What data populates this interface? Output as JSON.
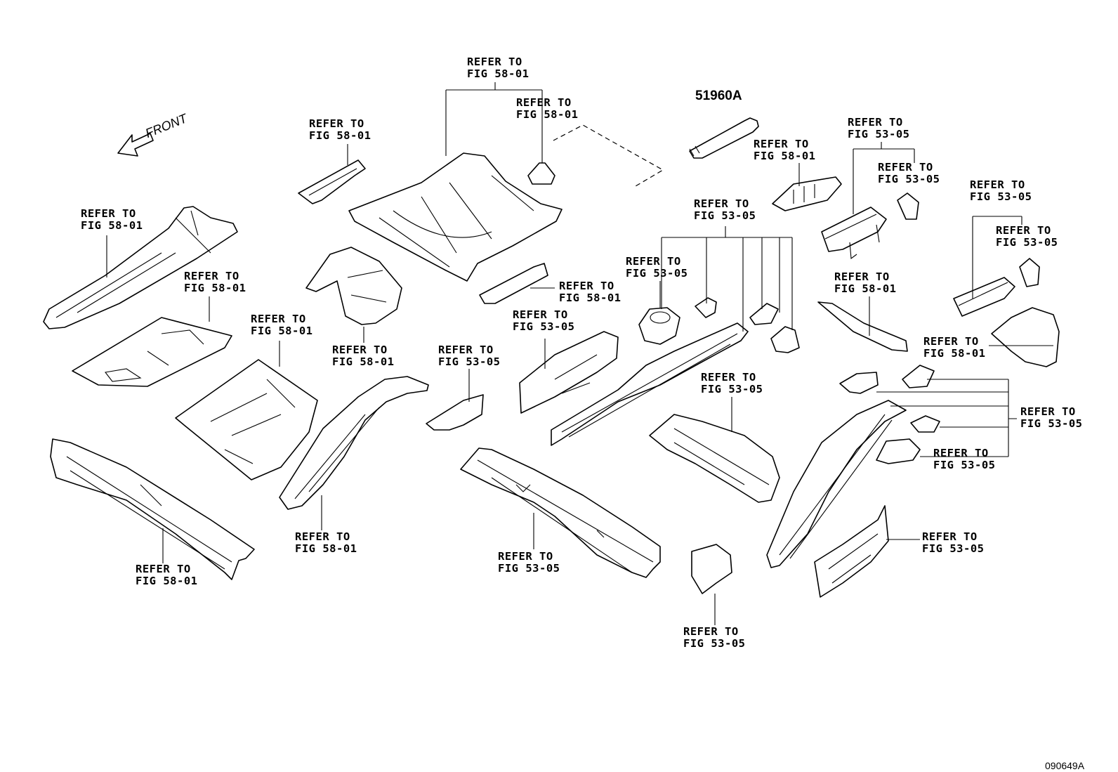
{
  "diagram": {
    "front_label": "FRONT",
    "part_number": "51960A",
    "image_code": "090649A",
    "callouts": [
      {
        "line1": "REFER TO",
        "line2": "FIG 58-01"
      },
      {
        "line1": "REFER TO",
        "line2": "FIG 58-01"
      },
      {
        "line1": "REFER TO",
        "line2": "FIG 58-01"
      },
      {
        "line1": "REFER TO",
        "line2": "FIG 58-01"
      },
      {
        "line1": "REFER TO",
        "line2": "FIG 58-01"
      },
      {
        "line1": "REFER TO",
        "line2": "FIG 58-01"
      },
      {
        "line1": "REFER TO",
        "line2": "FIG 58-01"
      },
      {
        "line1": "REFER TO",
        "line2": "FIG 58-01"
      },
      {
        "line1": "REFER TO",
        "line2": "FIG 58-01"
      },
      {
        "line1": "REFER TO",
        "line2": "FIG 58-01"
      },
      {
        "line1": "REFER TO",
        "line2": "FIG 58-01"
      },
      {
        "line1": "REFER TO",
        "line2": "FIG 58-01"
      },
      {
        "line1": "REFER TO",
        "line2": "FIG 58-01"
      },
      {
        "line1": "REFER TO",
        "line2": "FIG 53-05"
      },
      {
        "line1": "REFER TO",
        "line2": "FIG 53-05"
      },
      {
        "line1": "REFER TO",
        "line2": "FIG 53-05"
      },
      {
        "line1": "REFER TO",
        "line2": "FIG 53-05"
      },
      {
        "line1": "REFER TO",
        "line2": "FIG 53-05"
      },
      {
        "line1": "REFER TO",
        "line2": "FIG 53-05"
      },
      {
        "line1": "REFER TO",
        "line2": "FIG 53-05"
      },
      {
        "line1": "REFER TO",
        "line2": "FIG 53-05"
      },
      {
        "line1": "REFER TO",
        "line2": "FIG 53-05"
      },
      {
        "line1": "REFER TO",
        "line2": "FIG 53-05"
      },
      {
        "line1": "REFER TO",
        "line2": "FIG 53-05"
      },
      {
        "line1": "REFER TO",
        "line2": "FIG 53-05"
      },
      {
        "line1": "REFER TO",
        "line2": "FIG 53-05"
      },
      {
        "line1": "REFER TO",
        "line2": "FIG 53-05"
      }
    ]
  }
}
